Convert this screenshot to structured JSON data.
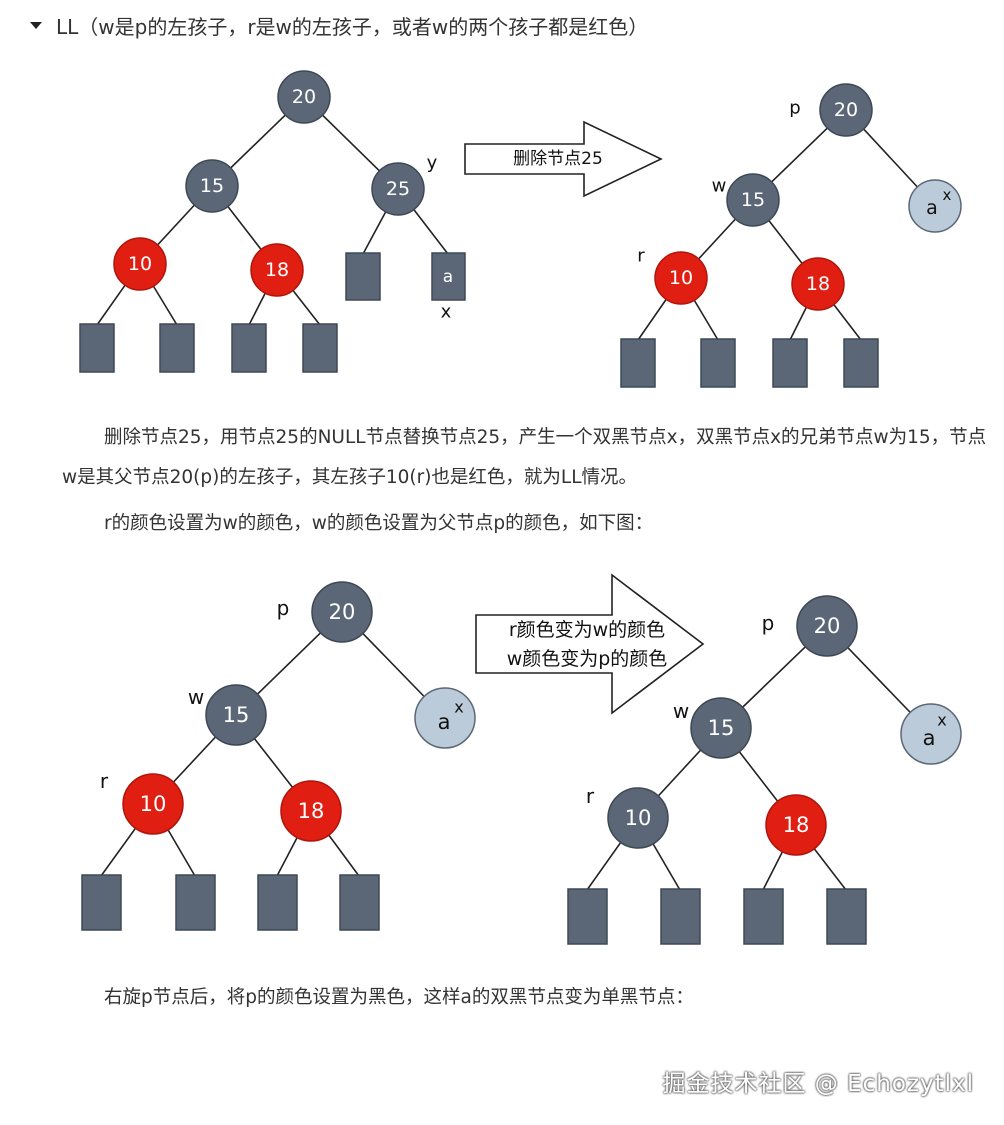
{
  "heading": {
    "text": "LL（w是p的左孩子，r是w的左孩子，或者w的两个孩子都是红色）"
  },
  "paragraphs": [
    "删除节点25，用节点25的NULL节点替换节点25，产生一个双黑节点x，双黑节点x的兄弟节点w为15，节点w是其父节点20(p)的左孩子，其左孩子10(r)也是红色，就为LL情况。",
    "r的颜色设置为w的颜色，w的颜色设置为父节点p的颜色，如下图：",
    "右旋p节点后，将p的颜色设置为黑色，这样a的双黑节点变为单黑节点："
  ],
  "diagram1": {
    "arrow_label": "删除节点25",
    "before": {
      "n20": "20",
      "n15": "15",
      "n25": "25",
      "n10": "10",
      "n18": "18",
      "leaf_a": "a",
      "label_y": "y",
      "label_x": "x"
    },
    "after": {
      "n20": "20",
      "n15": "15",
      "n10": "10",
      "n18": "18",
      "a": "a",
      "ax": "x",
      "label_p": "p",
      "label_w": "w",
      "label_r": "r"
    }
  },
  "diagram2": {
    "arrow_line1": "r颜色变为w的颜色",
    "arrow_line2": "w颜色变为p的颜色",
    "before": {
      "n20": "20",
      "n15": "15",
      "n10": "10",
      "n18": "18",
      "a": "a",
      "ax": "x",
      "label_p": "p",
      "label_w": "w",
      "label_r": "r"
    },
    "after": {
      "n20": "20",
      "n15": "15",
      "n10": "10",
      "n18": "18",
      "a": "a",
      "ax": "x",
      "label_p": "p",
      "label_w": "w",
      "label_r": "r"
    }
  },
  "colors": {
    "black_node": "#5b6777",
    "red_node": "#e01e12",
    "light_node": "#bccbd9",
    "leaf": "#5b6777"
  },
  "watermark": "掘金技术社区 @ Echozytlxl"
}
